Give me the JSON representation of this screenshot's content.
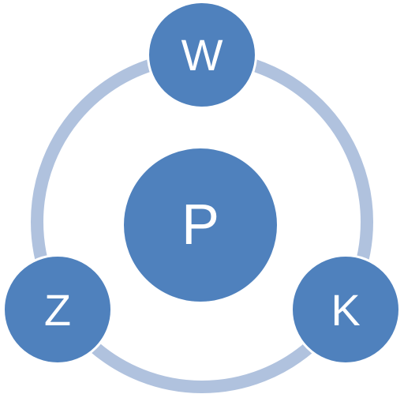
{
  "colors": {
    "node_fill": "#4f81bd",
    "node_border": "#ffffff",
    "ring": "#b0c2de",
    "label": "#ffffff"
  },
  "nodes": {
    "top": {
      "label": "W"
    },
    "center": {
      "label": "P"
    },
    "bottom_left": {
      "label": "Z"
    },
    "bottom_right": {
      "label": "K"
    }
  }
}
